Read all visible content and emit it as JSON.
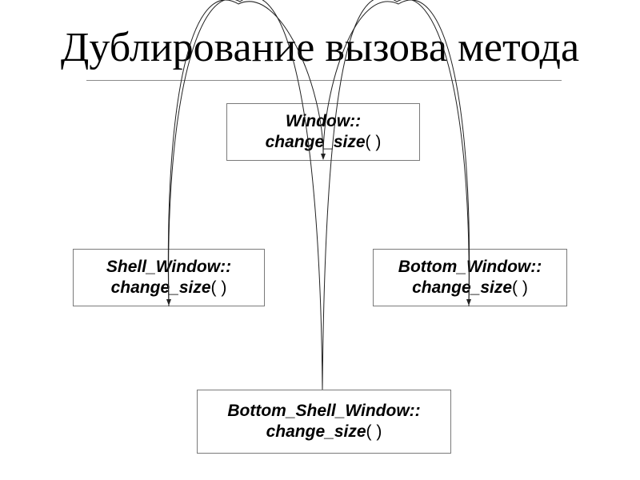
{
  "slide": {
    "title": "Дублирование вызова метода"
  },
  "diagram": {
    "nodes": [
      {
        "id": "window",
        "name": "Window::",
        "method": "change_size",
        "paren": "( )"
      },
      {
        "id": "shell_window",
        "name": "Shell_Window::",
        "method": "change_size",
        "paren": "( )"
      },
      {
        "id": "bottom_window",
        "name": "Bottom_Window::",
        "method": "change_size",
        "paren": "( )"
      },
      {
        "id": "bottom_shell_window",
        "name": "Bottom_Shell_Window::",
        "method": "change_size",
        "paren": "( )"
      }
    ],
    "edges": [
      {
        "from": "bottom_shell_window",
        "to": "shell_window"
      },
      {
        "from": "bottom_shell_window",
        "to": "bottom_window"
      },
      {
        "from": "shell_window",
        "to": "window"
      },
      {
        "from": "bottom_window",
        "to": "window"
      }
    ]
  },
  "colors": {
    "background": "#ffffff",
    "text": "#000000",
    "box_border": "#7a7a7a",
    "arrow": "#222222",
    "rule": "#8a8a8a"
  }
}
